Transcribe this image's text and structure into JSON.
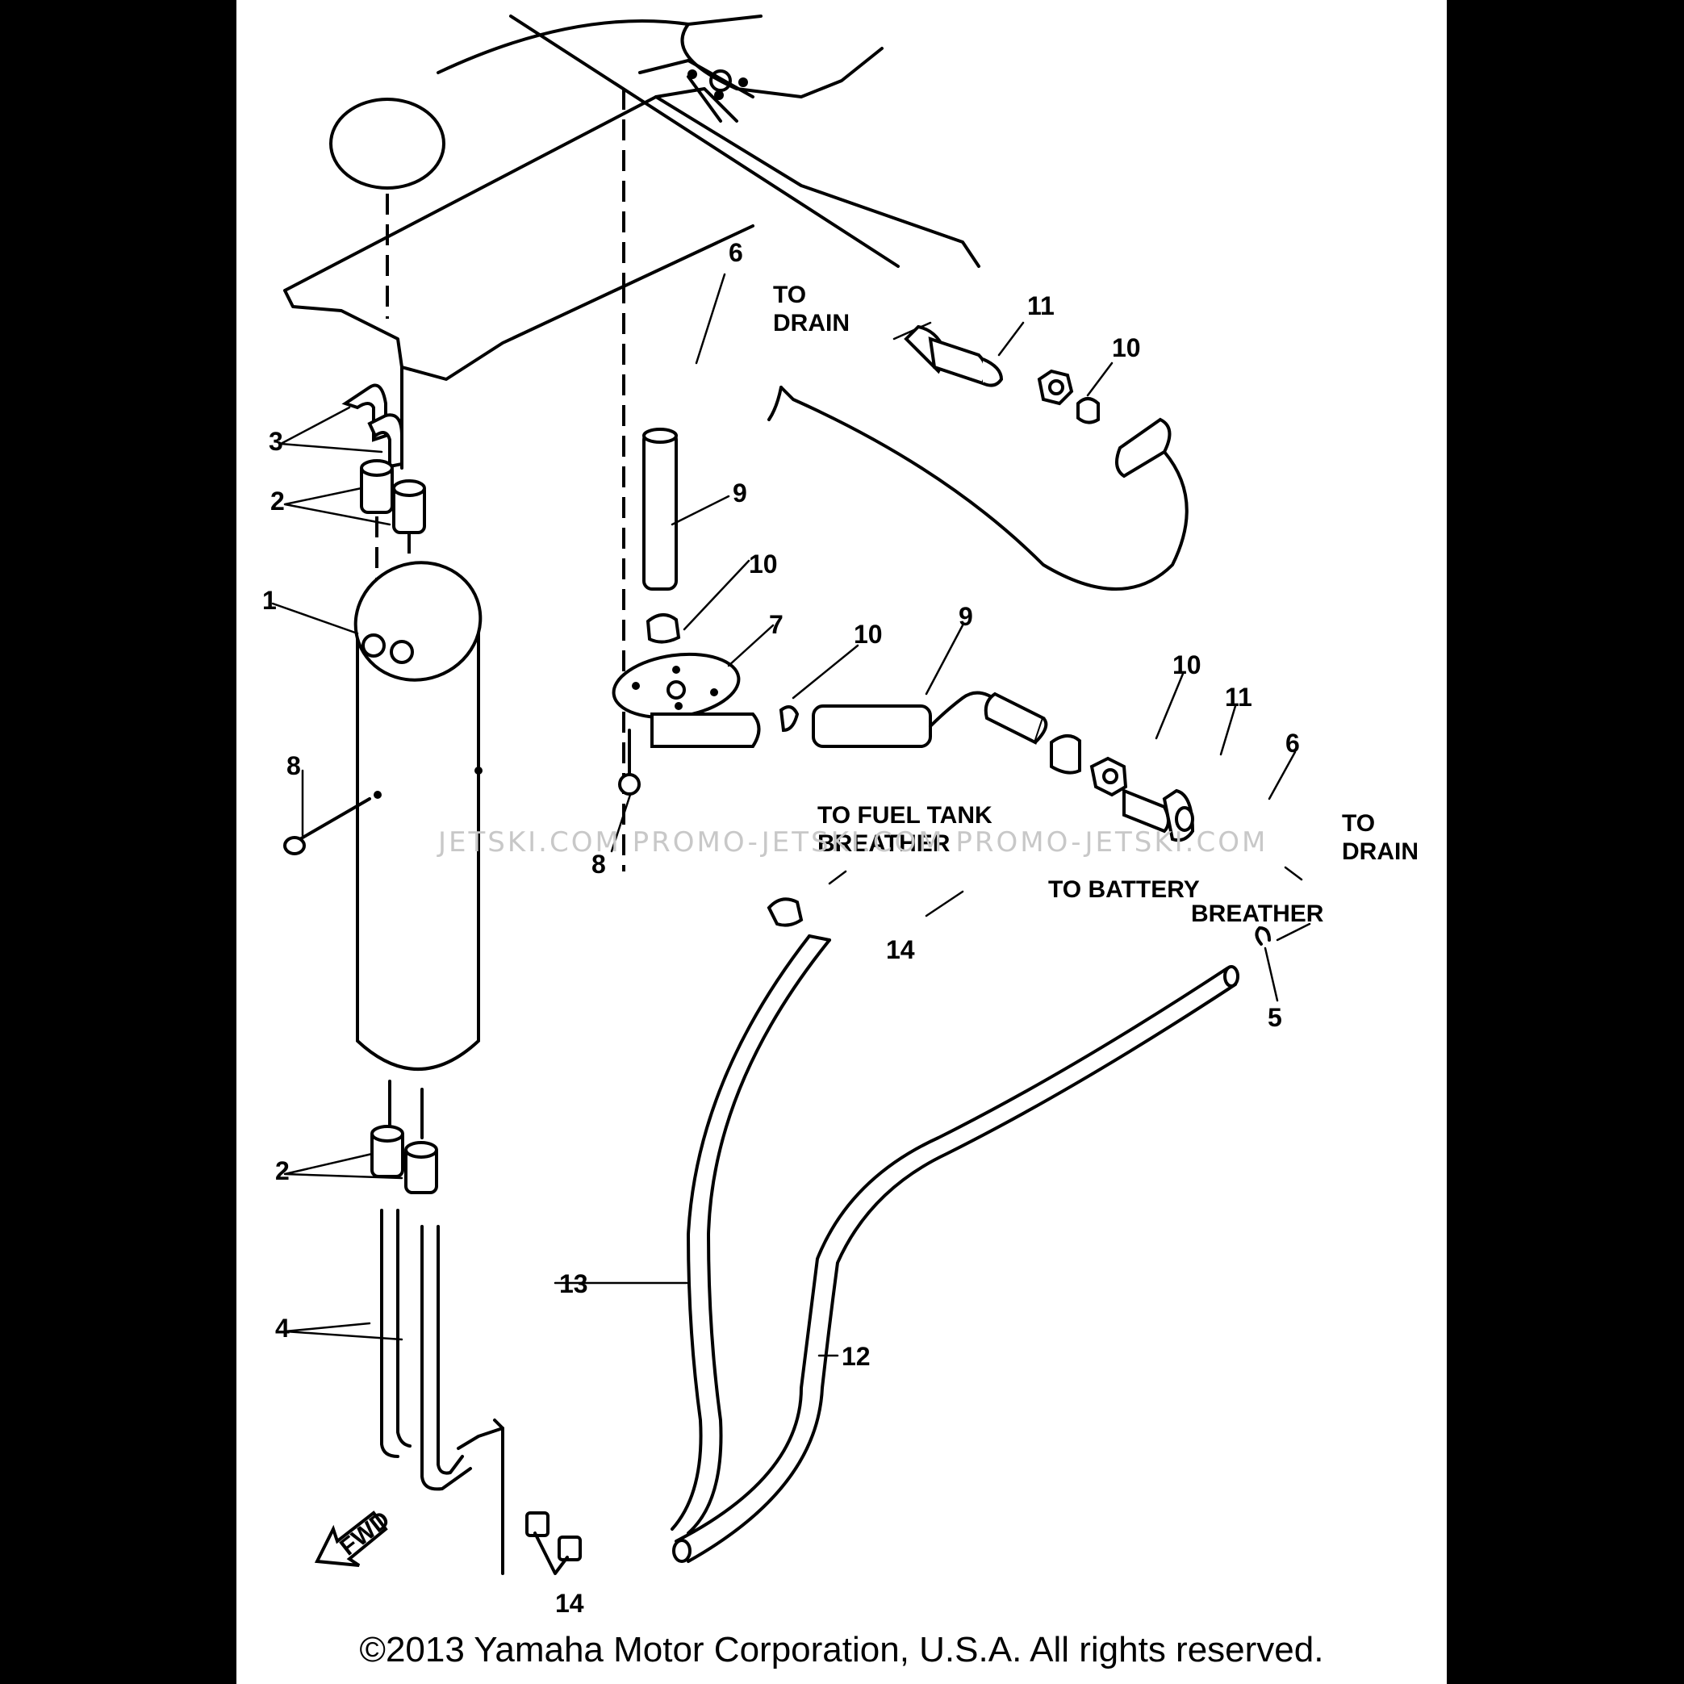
{
  "callouts": {
    "c1": "1",
    "c2a": "2",
    "c2b": "2",
    "c3": "3",
    "c4": "4",
    "c5": "5",
    "c6a": "6",
    "c6b": "6",
    "c7": "7",
    "c8a": "8",
    "c8b": "8",
    "c9a": "9",
    "c9b": "9",
    "c10a": "10",
    "c10b": "10",
    "c10c": "10",
    "c10d": "10",
    "c11a": "11",
    "c11b": "11",
    "c12": "12",
    "c13": "13",
    "c14a": "14",
    "c14b": "14"
  },
  "notes": {
    "drain_top_1": "TO",
    "drain_top_2": "DRAIN",
    "drain_right_1": "TO",
    "drain_right_2": "DRAIN",
    "fuel_tank_1": "TO FUEL TANK",
    "fuel_tank_2": "BREATHER",
    "battery_1": "TO BATTERY",
    "battery_2": "BREATHER",
    "fwd": "FWD"
  },
  "watermark": "JETSKI.COM   PROMO-JETSKI.COM   PROMO-JETSKI.COM",
  "copyright": "©2013 Yamaha Motor Corporation, U.S.A. All rights reserved."
}
